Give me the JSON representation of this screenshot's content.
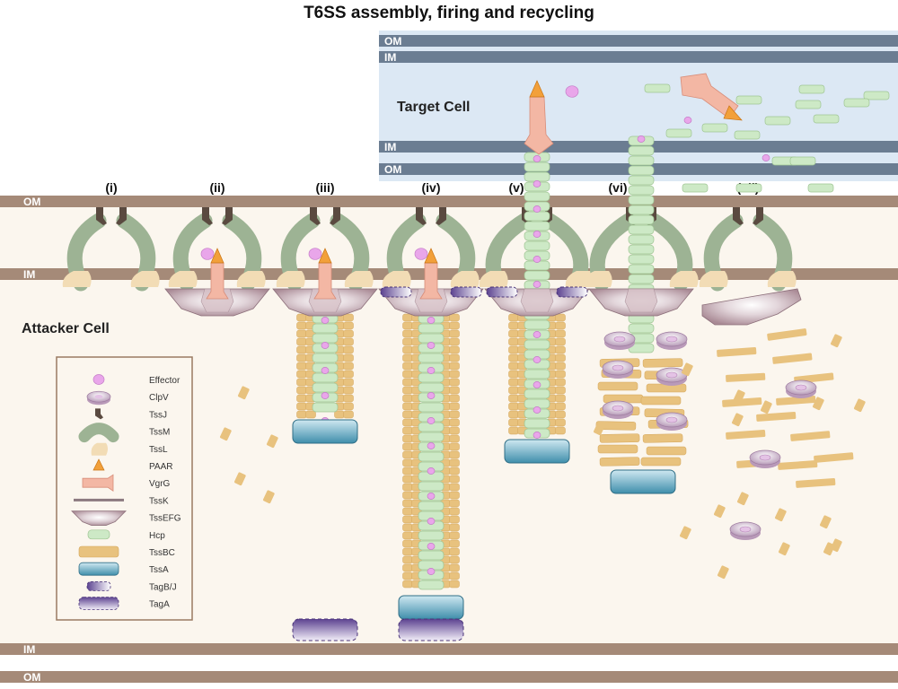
{
  "title": "T6SS assembly, firing and recycling",
  "cells": {
    "target": "Target Cell",
    "attacker": "Attacker Cell"
  },
  "membranes": {
    "om": "OM",
    "im": "IM"
  },
  "stages": [
    "(i)",
    "(ii)",
    "(iii)",
    "(iv)",
    "(v)",
    "(vi)",
    "(vii)"
  ],
  "legend": [
    {
      "label": "Effector",
      "icon": "effector-icon"
    },
    {
      "label": "ClpV",
      "icon": "clpv-icon"
    },
    {
      "label": "TssJ",
      "icon": "tssj-icon"
    },
    {
      "label": "TssM",
      "icon": "tssm-icon"
    },
    {
      "label": "TssL",
      "icon": "tssl-icon"
    },
    {
      "label": "PAAR",
      "icon": "paar-icon"
    },
    {
      "label": "VgrG",
      "icon": "vgrg-icon"
    },
    {
      "label": "TssK",
      "icon": "tssk-icon"
    },
    {
      "label": "TssEFG",
      "icon": "tssefg-icon"
    },
    {
      "label": "Hcp",
      "icon": "hcp-icon"
    },
    {
      "label": "TssBC",
      "icon": "tssbc-icon"
    },
    {
      "label": "TssA",
      "icon": "tssa-icon"
    },
    {
      "label": "TagB/J",
      "icon": "tagbj-icon"
    },
    {
      "label": "TagA",
      "icon": "taga-icon"
    }
  ],
  "colors": {
    "membrane": "#a58a78",
    "target_membrane": "#6b7d92",
    "target_fill": "#dce8f4",
    "cytoplasm": "#fbf6ee",
    "tssm": "#9db394",
    "tssl": "#f2dcb5",
    "tssj": "#5a4a40",
    "baseplate": "#b89ba4",
    "hcp": "#cde9c6",
    "sheath": "#e8c27e",
    "tssa": "#5a9fb8",
    "tagbj": "#8a74b0",
    "taga": "#6a5298",
    "effector": "#e9a6ea",
    "paar": "#f2a03a",
    "vgrg": "#f3b7a4",
    "clpv": "#c9a6c8"
  }
}
